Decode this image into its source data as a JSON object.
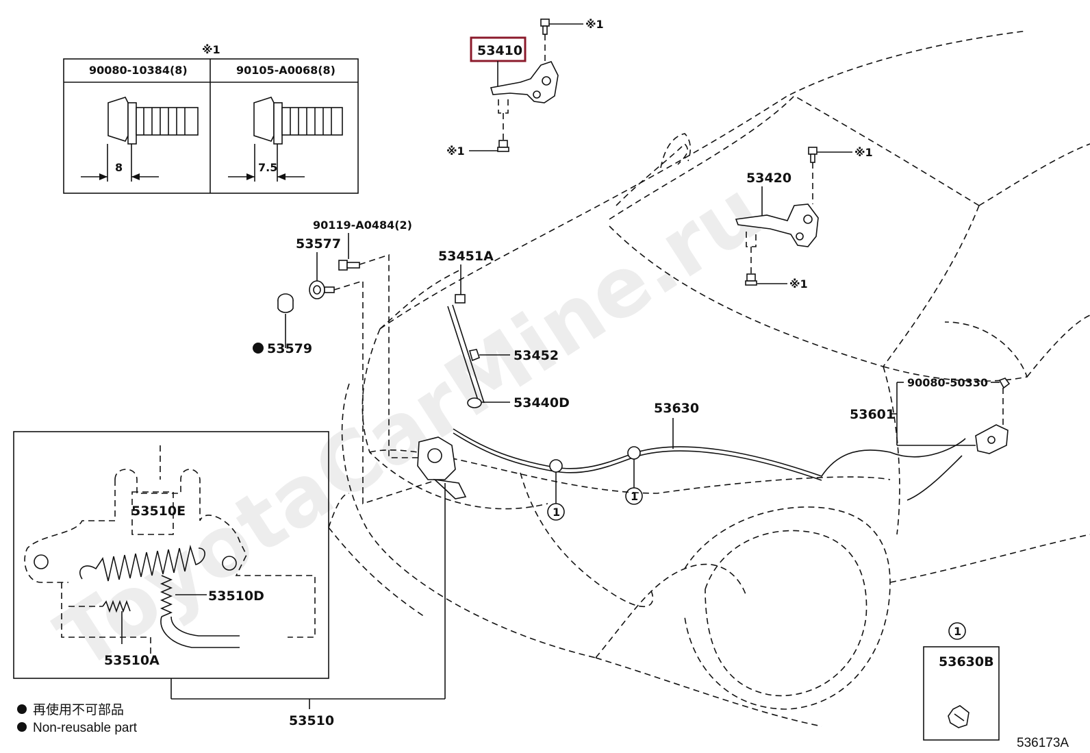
{
  "diagram_code": "536173A",
  "watermark": "ToyotaCarMine.ru",
  "highlight_color": "#8b1a2b",
  "bolt_table": {
    "note_mark": "※1",
    "columns": [
      {
        "part": "90080-10384(8)",
        "dimension": "8"
      },
      {
        "part": "90105-A0068(8)",
        "dimension": "7.5"
      }
    ]
  },
  "callouts": {
    "hinge_lh": "53410",
    "hinge_rh": "53420",
    "bolt_mark": "※1",
    "bolt_90119": "90119-A0484(2)",
    "bumper_53577": "53577",
    "cushion_53579": "53579",
    "rod_53451A": "53451A",
    "clamp_53452": "53452",
    "support_53440D": "53440D",
    "cable_53630": "53630",
    "clip_90080": "90080-50330",
    "lever_53601": "53601",
    "lock_53510": "53510",
    "detail_53510E": "53510E",
    "detail_53510D": "53510D",
    "detail_53510A": "53510A",
    "clamp_53630B": "53630B",
    "circle_ref": "1"
  },
  "legend": {
    "line1": "再使用不可部品",
    "line2": "Non-reusable part"
  }
}
